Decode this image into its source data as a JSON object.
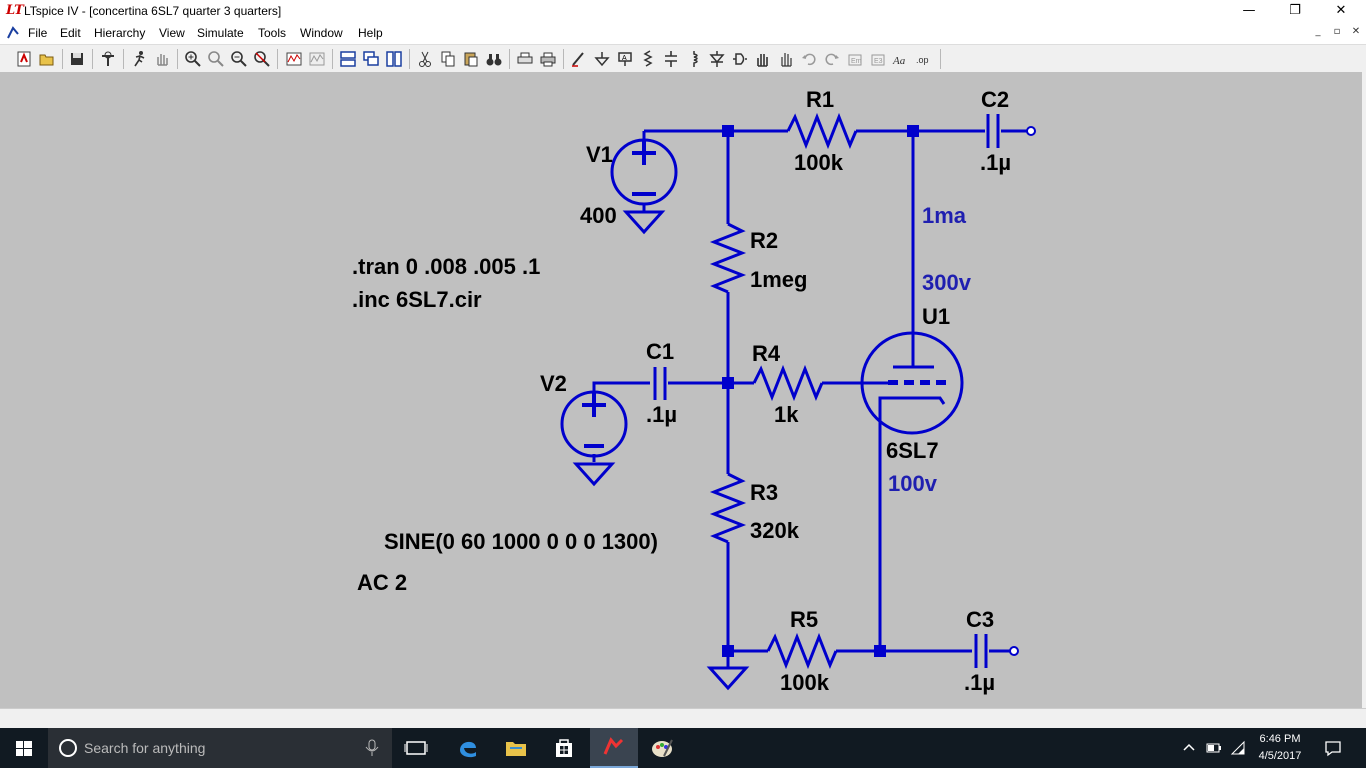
{
  "window": {
    "title": "LTspice IV - [concertina 6SL7 quarter 3 quarters]",
    "minimize_glyph": "—",
    "restore_glyph": "❐",
    "close_glyph": "✕"
  },
  "menu": {
    "items": [
      "File",
      "Edit",
      "Hierarchy",
      "View",
      "Simulate",
      "Tools",
      "Window",
      "Help"
    ],
    "mdi_minimize": "_",
    "mdi_restore": "▫",
    "mdi_close": "✕"
  },
  "toolbar": {
    "icons": [
      "new-schematic-icon",
      "open-icon",
      "save-icon",
      "control-panel-icon",
      "run-icon",
      "pan-icon",
      "zoom-in-icon",
      "zoom-rect-icon",
      "zoom-out-icon",
      "zoom-cancel-icon",
      "waveform-icon",
      "autorange-icon",
      "tile-horizontal-icon",
      "cascade-icon",
      "tile-vertical-icon",
      "cut-icon",
      "copy-icon",
      "paste-icon",
      "find-icon",
      "print-setup-icon",
      "print-icon",
      "draw-wire-icon",
      "ground-icon",
      "label-net-icon",
      "resistor-icon",
      "capacitor-icon",
      "diode-icon",
      "component-icon",
      "move-icon",
      "drag-icon",
      "undo-icon",
      "redo-icon",
      "rotate-icon",
      "mirror-icon",
      "text-icon",
      "spice-directive-icon"
    ]
  },
  "schematic": {
    "components": {
      "V1": {
        "name": "V1",
        "value": "400"
      },
      "V2": {
        "name": "V2"
      },
      "R1": {
        "name": "R1",
        "value": "100k"
      },
      "R2": {
        "name": "R2",
        "value": "1meg"
      },
      "R3": {
        "name": "R3",
        "value": "320k"
      },
      "R4": {
        "name": "R4",
        "value": "1k"
      },
      "R5": {
        "name": "R5",
        "value": "100k"
      },
      "C1": {
        "name": "C1",
        "value": ".1µ"
      },
      "C2": {
        "name": "C2",
        "value": ".1µ"
      },
      "C3": {
        "name": "C3",
        "value": ".1µ"
      },
      "U1": {
        "name": "U1",
        "value": "6SL7"
      }
    },
    "directives": [
      ".tran 0 .008 .005 .1",
      ".inc 6SL7.cir"
    ],
    "v2_source": [
      "SINE(0 60 1000 0 0 0 1300)",
      "AC 2"
    ],
    "annotations": {
      "plate_current": "1ma",
      "plate_voltage": "300v",
      "cathode_voltage": "100v"
    },
    "colors": {
      "wire": "#0000cc",
      "annotation": "#1f1fb0",
      "background": "#c0c0c0",
      "text": "#000000"
    }
  },
  "taskbar": {
    "search_placeholder": "Search for anything",
    "time": "6:46 PM",
    "date": "4/5/2017",
    "colors": {
      "background": "#111a22",
      "accent": "#7aa7d8"
    }
  }
}
